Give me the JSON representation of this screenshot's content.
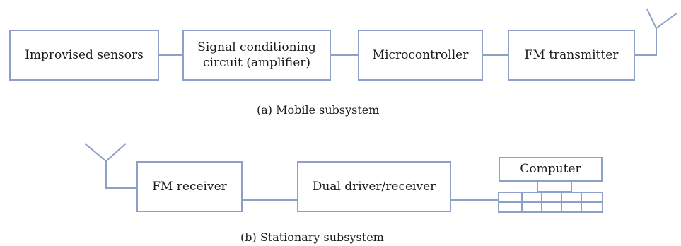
{
  "mobile": {
    "blocks": [
      "Improvised sensors",
      "Signal conditioning circuit (amplifier)",
      "Microcontroller",
      "FM transmitter"
    ],
    "caption": "(a) Mobile subsystem"
  },
  "stationary": {
    "blocks": [
      "FM receiver",
      "Dual driver/receiver",
      "Computer"
    ],
    "caption": "(b) Stationary subsystem"
  },
  "colors": {
    "box_border": "#8fa0c8",
    "wire": "#8fa0c8",
    "text": "#1a1a1a"
  }
}
